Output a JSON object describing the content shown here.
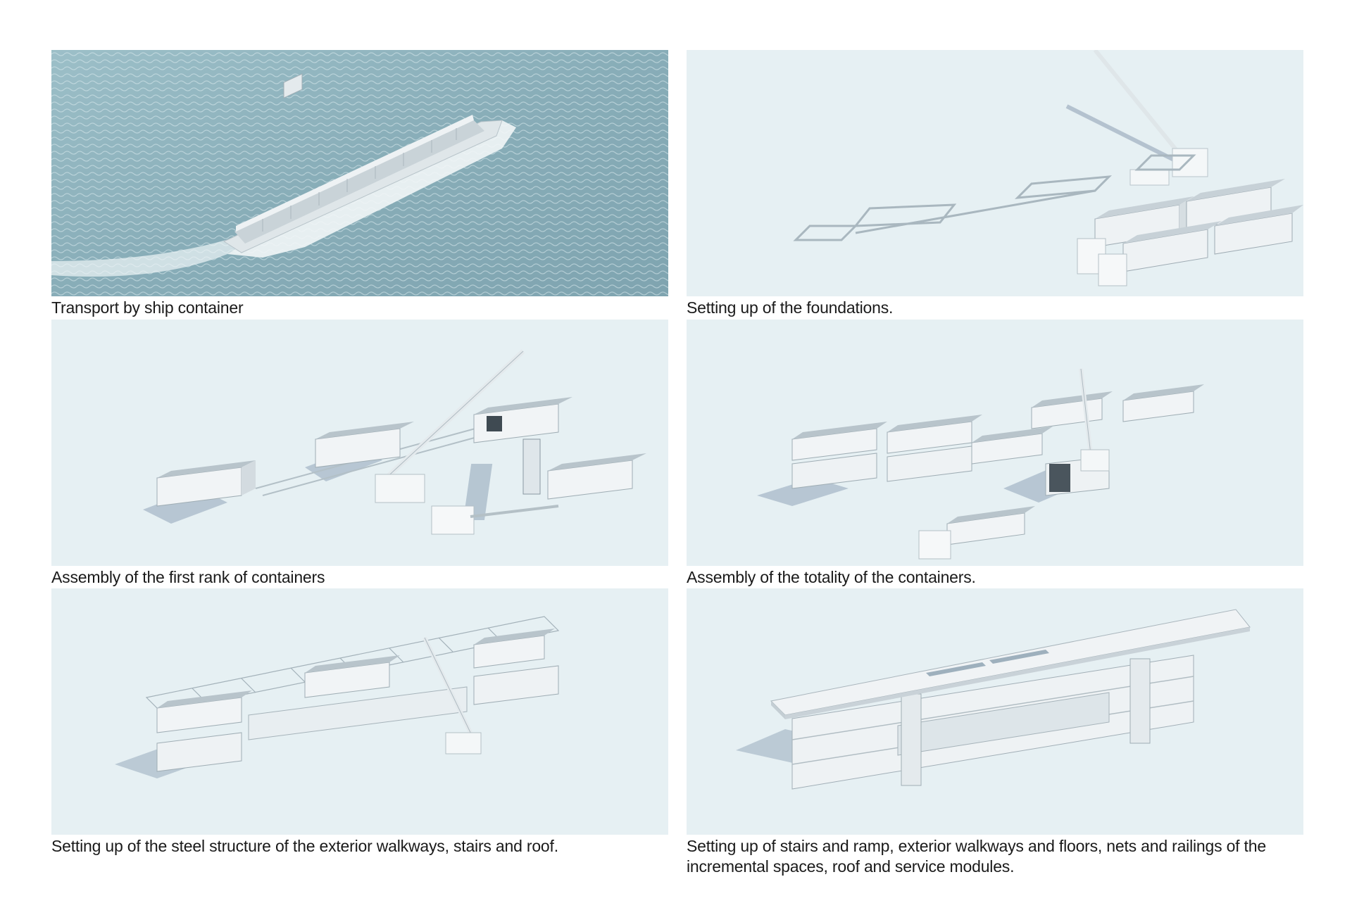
{
  "panels": [
    {
      "caption": "Transport by ship container"
    },
    {
      "caption": "Setting up of the foundations."
    },
    {
      "caption": "Assembly of the first rank of containers"
    },
    {
      "caption": "Assembly of the totality of the containers."
    },
    {
      "caption": "Setting up of the steel structure of the exterior walkways, stairs and roof."
    },
    {
      "caption": "Setting up of stairs and ramp, exterior walkways and floors, nets and railings of the incremental spaces, roof and service modules."
    }
  ],
  "colors": {
    "sea": "#8fb3bd",
    "ground": "#e6f0f3",
    "shadow": "#8fa4b8",
    "container": "#f3f6f7",
    "container_dark": "#9aa8b2",
    "caption_text": "#1a1a1a"
  }
}
